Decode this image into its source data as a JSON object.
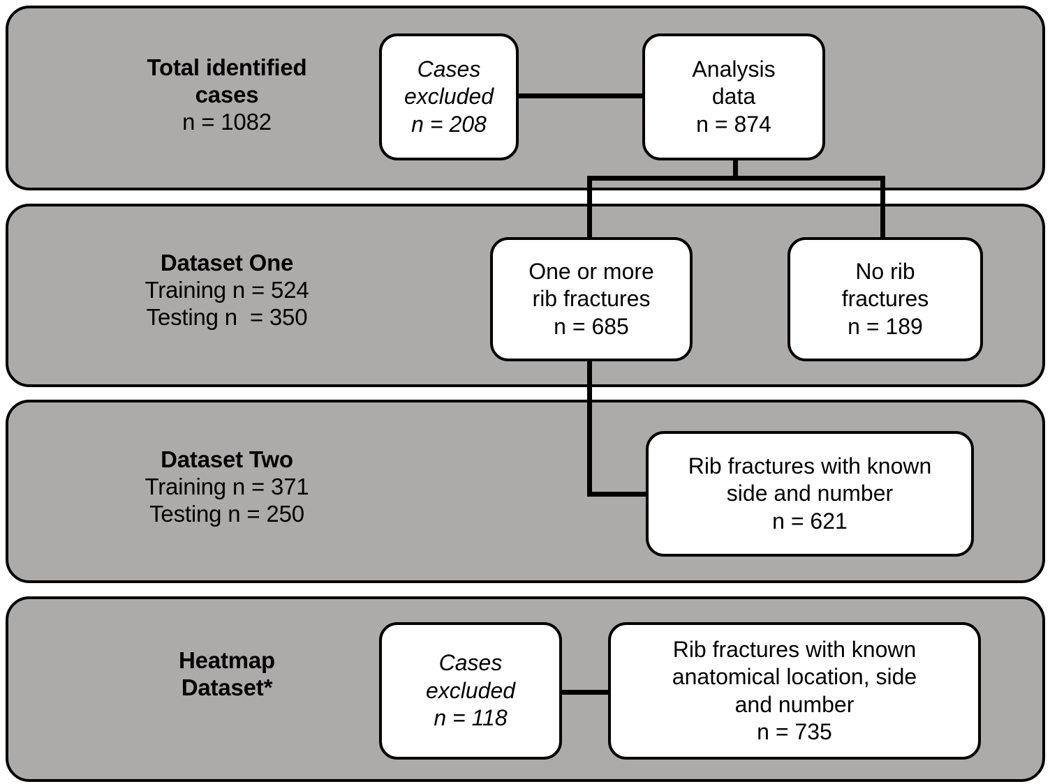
{
  "figure": {
    "type": "flowchart",
    "background": "#FFFFFF",
    "band_fill": "#ADAAAA",
    "stroke": "#000000",
    "node_fill": "#FFFFFF"
  },
  "bands": [
    {
      "id": "total-identified-cases",
      "title": "Total identified\ncases",
      "sub": "n = 1082"
    },
    {
      "id": "dataset-one",
      "title": "Dataset One",
      "sub": "Training n = 524\nTesting n  = 350"
    },
    {
      "id": "dataset-two",
      "title": "Dataset Two",
      "sub": "Training n = 371\nTesting n = 250"
    },
    {
      "id": "heatmap-dataset",
      "title": "Heatmap\nDataset*",
      "sub": ""
    }
  ],
  "nodes": {
    "cases_excluded_208": "Cases\nexcluded\nn = 208",
    "analysis_data_874": "Analysis\ndata\nn = 874",
    "one_or_more_rib_fractures_685": "One or more\nrib fractures\nn = 685",
    "no_rib_fractures_189": "No rib\nfractures\nn = 189",
    "rib_fractures_side_number_621": "Rib fractures with known\nside and number\nn = 621",
    "cases_excluded_118": "Cases\nexcluded\nn = 118",
    "rib_fractures_anatomical_735": "Rib fractures with known\nanatomical location, side\nand number\nn = 735"
  },
  "chart_data": {
    "type": "flowchart",
    "title": "Study case selection flow",
    "counts": {
      "total_identified_cases": 1082,
      "cases_excluded_first": 208,
      "analysis_data": 874,
      "one_or_more_rib_fractures": 685,
      "no_rib_fractures": 189,
      "rib_fractures_with_known_side_and_number": 621,
      "cases_excluded_heatmap": 118,
      "rib_fractures_with_known_anatomical_location_side_and_number": 735,
      "dataset_one_training": 524,
      "dataset_one_testing": 350,
      "dataset_two_training": 371,
      "dataset_two_testing": 250
    },
    "edges": [
      {
        "from": "analysis_data_874",
        "to": "cases_excluded_208"
      },
      {
        "from": "analysis_data_874",
        "to": "one_or_more_rib_fractures_685"
      },
      {
        "from": "analysis_data_874",
        "to": "no_rib_fractures_189"
      },
      {
        "from": "one_or_more_rib_fractures_685",
        "to": "rib_fractures_side_number_621"
      },
      {
        "from": "rib_fractures_anatomical_735",
        "to": "cases_excluded_118"
      }
    ],
    "annotations": [
      "*"
    ]
  }
}
